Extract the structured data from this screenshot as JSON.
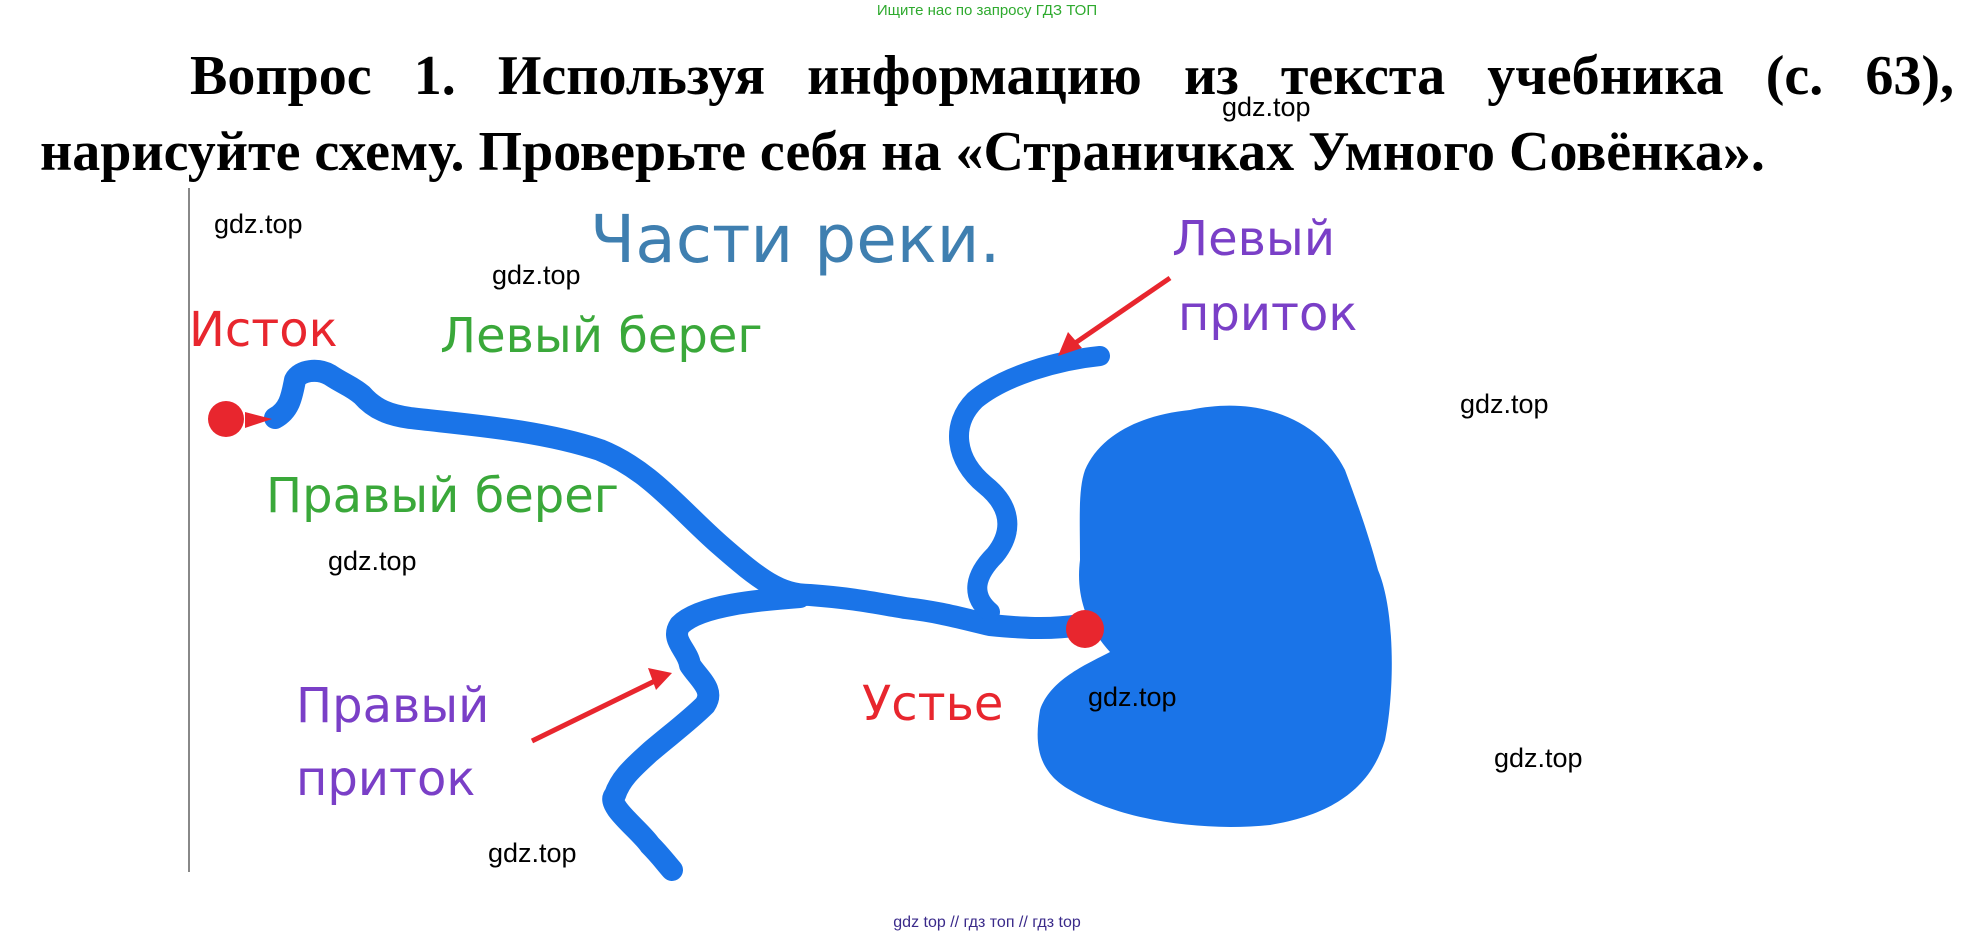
{
  "top_banner": "Ищите нас по запросу ГДЗ ТОП",
  "question": "Вопрос 1. Используя информацию из текста учебника (с. 63), нарисуйте схему. Проверьте себя на «Страничках Умного Совёнка».",
  "figure": {
    "title": "Части реки.",
    "labels": {
      "source": "Исток",
      "left_bank": "Левый берег",
      "right_bank": "Правый берег",
      "left_tributary_1": "Левый",
      "left_tributary_2": "приток",
      "right_tributary_1": "Правый",
      "right_tributary_2": "приток",
      "mouth": "Устье"
    },
    "colors": {
      "water": "#1a74e8",
      "title": "#3f7fb0",
      "red": "#e8262e",
      "green": "#3aa83a",
      "purple": "#7a3fc7"
    }
  },
  "watermarks": [
    "gdz.top",
    "gdz.top",
    "gdz.top",
    "gdz.top",
    "gdz.top",
    "gdz.top",
    "gdz.top",
    "gdz.top"
  ],
  "footer": "gdz top  //  гдз топ  //  гдз top"
}
